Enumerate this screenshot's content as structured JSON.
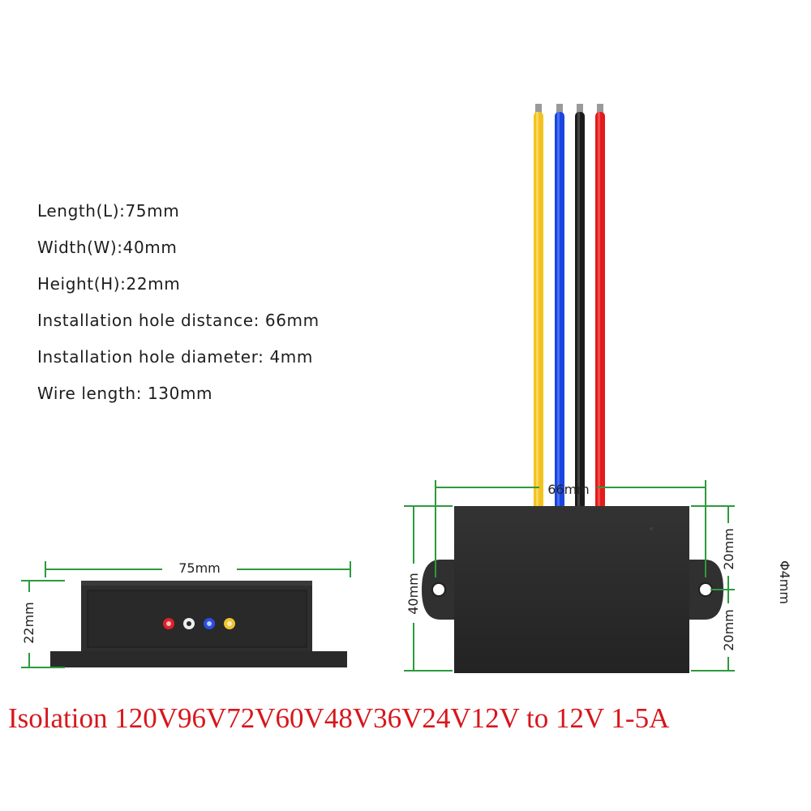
{
  "specs": [
    "Length(L):75mm",
    "Width(W):40mm",
    "Height(H):22mm",
    "Installation hole distance:  66mm",
    "Installation hole diameter:  4mm",
    "Wire length: 130mm"
  ],
  "dimensions": {
    "front_length": "75mm",
    "front_height": "22mm",
    "hole_distance": "66mm",
    "width": "40mm",
    "right_top": "20mm",
    "right_bottom": "20mm",
    "hole_diameter": "Φ4mm"
  },
  "wires": {
    "colors": [
      "yellow",
      "blue",
      "black",
      "red"
    ],
    "hex": [
      "#f2c31d",
      "#1a45e0",
      "#1c1c1c",
      "#e21b1b"
    ]
  },
  "front_leds": {
    "colors": [
      "red",
      "white",
      "blue",
      "yellow"
    ],
    "hex": [
      "#e0202a",
      "#eeeeee",
      "#2a4fe0",
      "#f0c430"
    ]
  },
  "colors": {
    "dimension_line": "#2e9a3c",
    "caption": "#d8161c",
    "body": "#2d2d2d"
  },
  "caption": "Isolation 120V96V72V60V48V36V24V12V to 12V 1-5A"
}
